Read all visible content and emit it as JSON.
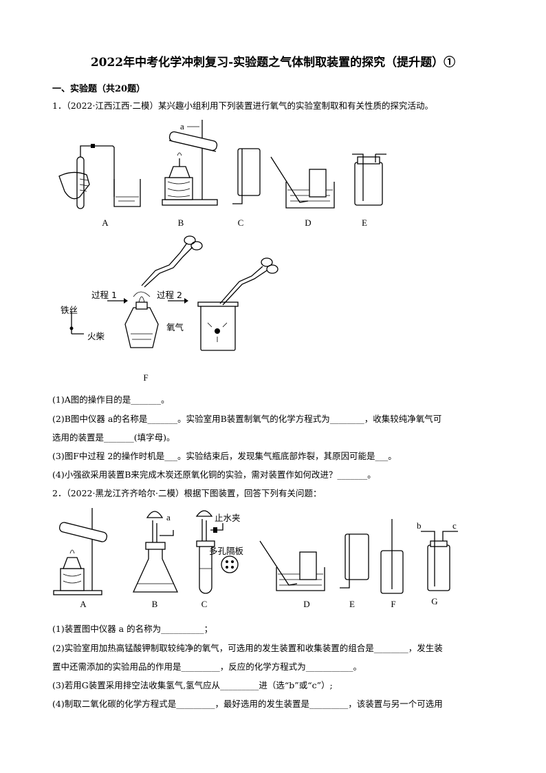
{
  "doc": {
    "title": "2022年中考化学冲刺复习-实验题之气体制取装置的探究（提升题）①",
    "section": "一、实验题（共20题）"
  },
  "q1": {
    "stem": "1．（2022·江西江西·二模）某兴趣小组利用下列装置进行氧气的实验室制取和有关性质的探究活动。",
    "labels": [
      "A",
      "B",
      "C",
      "D",
      "E"
    ],
    "label_a": "a",
    "fig_f": {
      "label": "F",
      "process1": "过程 1",
      "process2": "过程 2",
      "iron_wire": "铁丝",
      "match": "火柴",
      "oxygen": "氧气"
    },
    "sub1": "(1)A图的操作目的是_______。",
    "sub2a": "(2)B图中仪器 a的名称是_______。实验室用B装置制氧气的化学方程式为________，收集较纯净氧气可",
    "sub2b": "选用的装置是_______(填字母)。",
    "sub3": "(3)图F中过程 2的操作时机是___。实验结束后，发现集气瓶底部炸裂，其原因可能是___。",
    "sub4": "(4)小强欲采用装置B来完成木炭还原氧化铜的实验，需对装置作如何改进？_______。"
  },
  "q2": {
    "stem": "2．（2022·黑龙江齐齐哈尔·二模）根据下图装置，回答下列有关问题：",
    "labels": [
      "A",
      "B",
      "C",
      "D",
      "E",
      "F",
      "G"
    ],
    "label_a": "a",
    "clamp": "止水夹",
    "plate": "多孔隔板",
    "label_b": "b",
    "label_c": "c",
    "sub1": "(1)装置图中仪器 a 的名称为__________；",
    "sub2a": "(2)实验室用加热高锰酸钾制取较纯净的氧气，可选用的发生装置和收集装置的组合是________，发生装",
    "sub2b": "置中还需添加的实验用品的作用是_________，反应的化学方程式为___________。",
    "sub3": "(3)若用G装置采用排空法收集氢气,氢气应从_________进（选“b”或“c”）;",
    "sub4": "(4)制取二氧化碳的化学方程式是_________，最好选用的发生装置是_________，该装置与另一个可选用"
  }
}
